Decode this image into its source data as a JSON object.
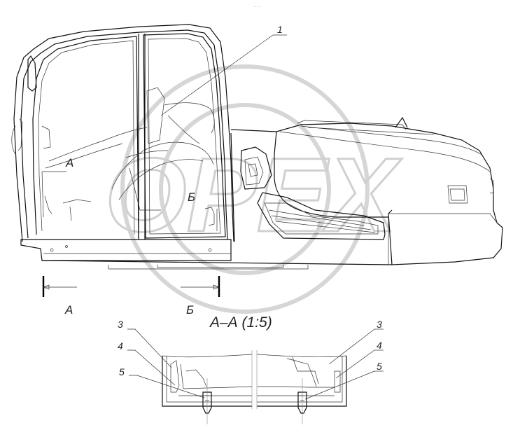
{
  "labels": {
    "callout_1": "1",
    "view_a_upper": "А",
    "view_b_upper": "Б",
    "view_a_lower": "А",
    "view_b_lower": "Б",
    "section_title": "А–А (1:5)",
    "left_detail": {
      "callout_3": "3",
      "callout_4": "4",
      "callout_5": "5"
    },
    "right_detail": {
      "callout_3": "3",
      "callout_4": "4",
      "callout_5": "5"
    }
  },
  "watermark": {
    "text": "ОРЕХ"
  },
  "colors": {
    "line": "#111111",
    "watermark": "#d0d0d0",
    "background": "#ffffff"
  }
}
